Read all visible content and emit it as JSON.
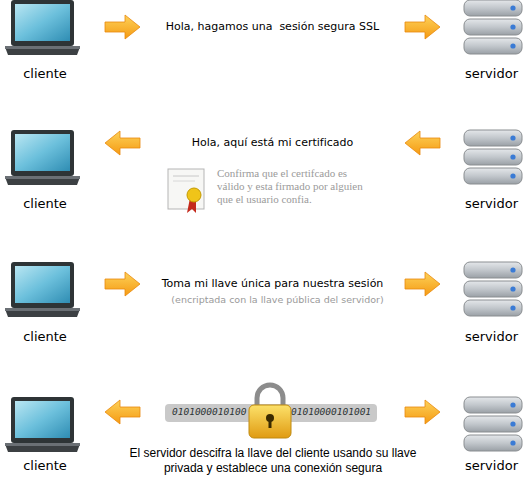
{
  "diagram": {
    "nodes": [
      {
        "text": [
          "cliente"
        ]
      },
      {
        "text": [
          "servidor"
        ]
      },
      {
        "text": [
          "cliente"
        ]
      },
      {
        "text": [
          "servidor"
        ]
      },
      {
        "text": [
          "cliente"
        ]
      },
      {
        "text": [
          "servidor"
        ]
      },
      {
        "text": [
          "cliente"
        ]
      },
      {
        "text": [
          "servidor"
        ]
      }
    ],
    "edges": [
      {
        "from": 0,
        "to": 1,
        "arrow": "to",
        "label": "Hola, hagamos una  sesión segura SSL"
      },
      {
        "from": 3,
        "to": 2,
        "arrow": "to",
        "label": "Hola, aquí está mi certificado"
      },
      {
        "from": 4,
        "to": 5,
        "arrow": "to",
        "label": "Toma mi llave única para nuestra sesión"
      },
      {
        "from": 6,
        "to": 7,
        "arrow": "both"
      }
    ],
    "labels": [
      "Confirma que el certifcado es válido y esta firmado por alguien que el usuario confia.",
      "(encriptada con la llave pública del servidor)",
      "0101000010100",
      "01010000101001",
      "El servidor descifra la llave del cliente usando su llave privada y establece una conexión segura"
    ]
  }
}
